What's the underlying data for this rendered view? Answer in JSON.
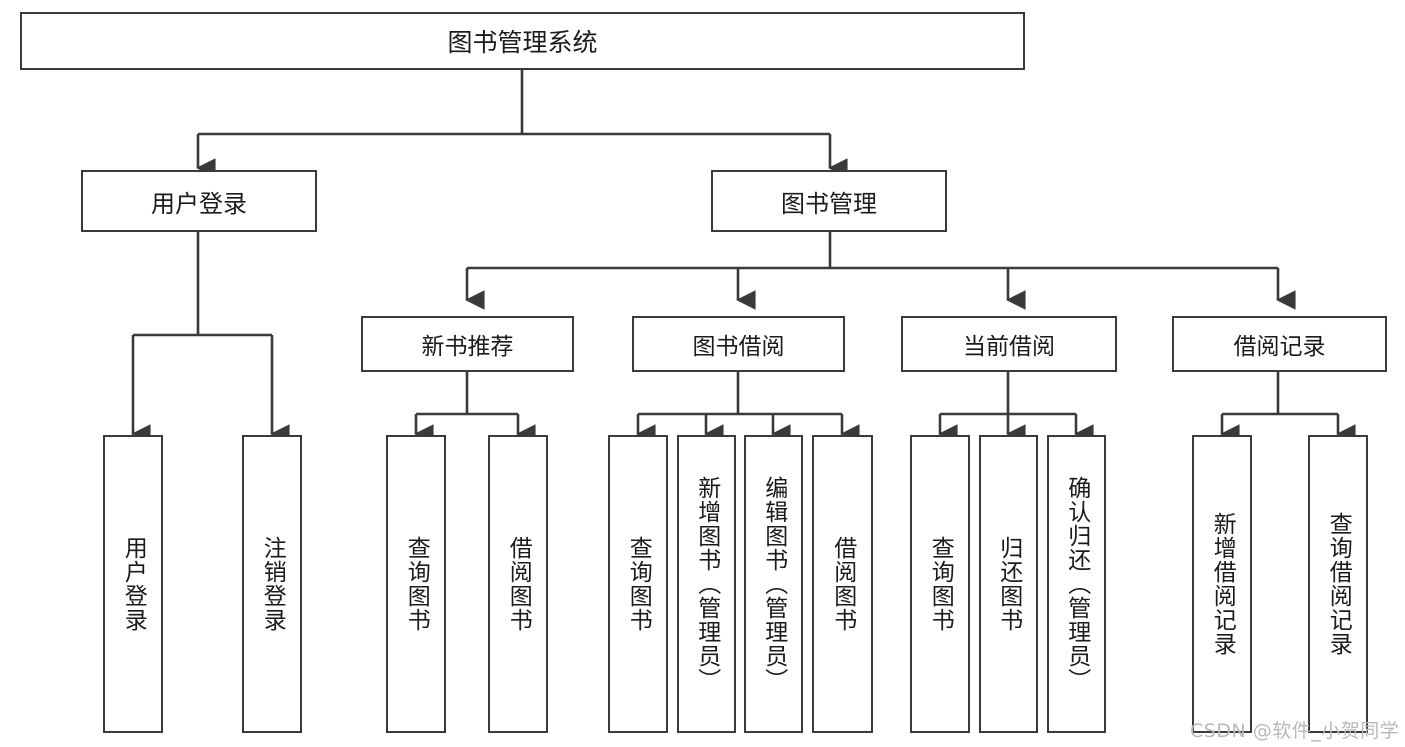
{
  "diagram": {
    "type": "tree-hierarchy",
    "title": "图书管理系统",
    "root": {
      "label": "图书管理系统",
      "name": "root-node-library-management-system"
    },
    "level1": [
      {
        "label": "用户登录",
        "name": "node-user-login"
      },
      {
        "label": "图书管理",
        "name": "node-book-management"
      }
    ],
    "level2": [
      {
        "label": "新书推荐",
        "name": "node-new-book-recommendation"
      },
      {
        "label": "图书借阅",
        "name": "node-book-borrowing"
      },
      {
        "label": "当前借阅",
        "name": "node-current-borrowing"
      },
      {
        "label": "借阅记录",
        "name": "node-borrowing-records"
      }
    ],
    "leaves": {
      "user_login": [
        {
          "label": "用户登录",
          "name": "leaf-user-login"
        },
        {
          "label": "注销登录",
          "name": "leaf-logout"
        }
      ],
      "new_book_recommendation": [
        {
          "label": "查询图书",
          "name": "leaf-query-books-recommend"
        },
        {
          "label": "借阅图书",
          "name": "leaf-borrow-books-recommend"
        }
      ],
      "book_borrowing": [
        {
          "label": "查询图书",
          "name": "leaf-query-books-borrow"
        },
        {
          "label": "新增图书（管理员）",
          "name": "leaf-add-book-admin"
        },
        {
          "label": "编辑图书（管理员）",
          "name": "leaf-edit-book-admin"
        },
        {
          "label": "借阅图书",
          "name": "leaf-borrow-books"
        }
      ],
      "current_borrowing": [
        {
          "label": "查询图书",
          "name": "leaf-query-books-current"
        },
        {
          "label": "归还图书",
          "name": "leaf-return-books"
        },
        {
          "label": "确认归还（管理员）",
          "name": "leaf-confirm-return-admin"
        }
      ],
      "borrowing_records": [
        {
          "label": "新增借阅记录",
          "name": "leaf-add-borrow-record"
        },
        {
          "label": "查询借阅记录",
          "name": "leaf-query-borrow-record"
        }
      ]
    }
  },
  "watermark": {
    "text": "CSDN @软件_小贺同学"
  },
  "colors": {
    "border": "#3a3a3a",
    "background": "#ffffff",
    "text": "#1b1b1b",
    "watermark": "#b9b9b9"
  }
}
